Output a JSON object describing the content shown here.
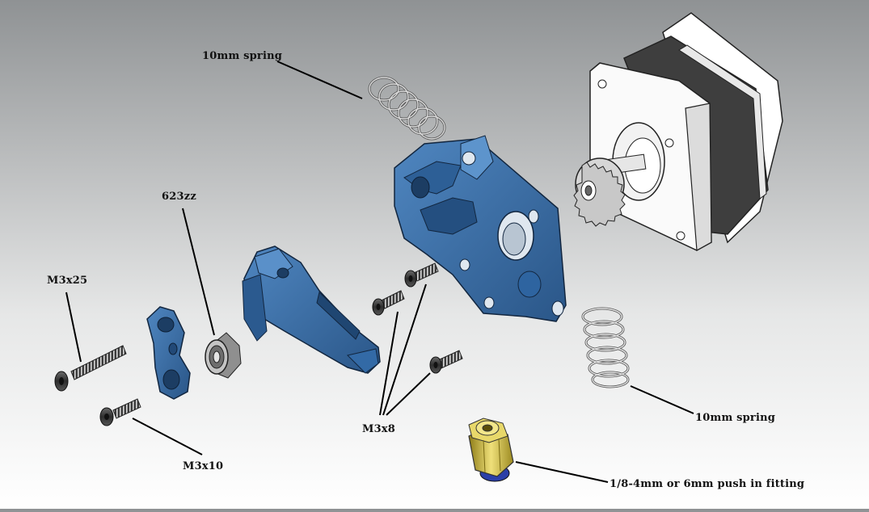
{
  "labels": {
    "spring_top": "10mm spring",
    "spring_bottom": "10mm spring",
    "bearing": "623zz",
    "screw_long": "M3x25",
    "screw_short": "M3x10",
    "screws_small": "M3x8",
    "fitting": "1/8-4mm or 6mm push in fitting"
  },
  "colors": {
    "part_blue": "#3b6ea5",
    "arm_blue": "#2a5fa8",
    "screw_dark": "#3a3a3a",
    "spring_grey": "#bdbdbd",
    "motor_black": "#3c3c3c",
    "brass": "#d9c343",
    "fitting_blue": "#2b3fa8"
  }
}
